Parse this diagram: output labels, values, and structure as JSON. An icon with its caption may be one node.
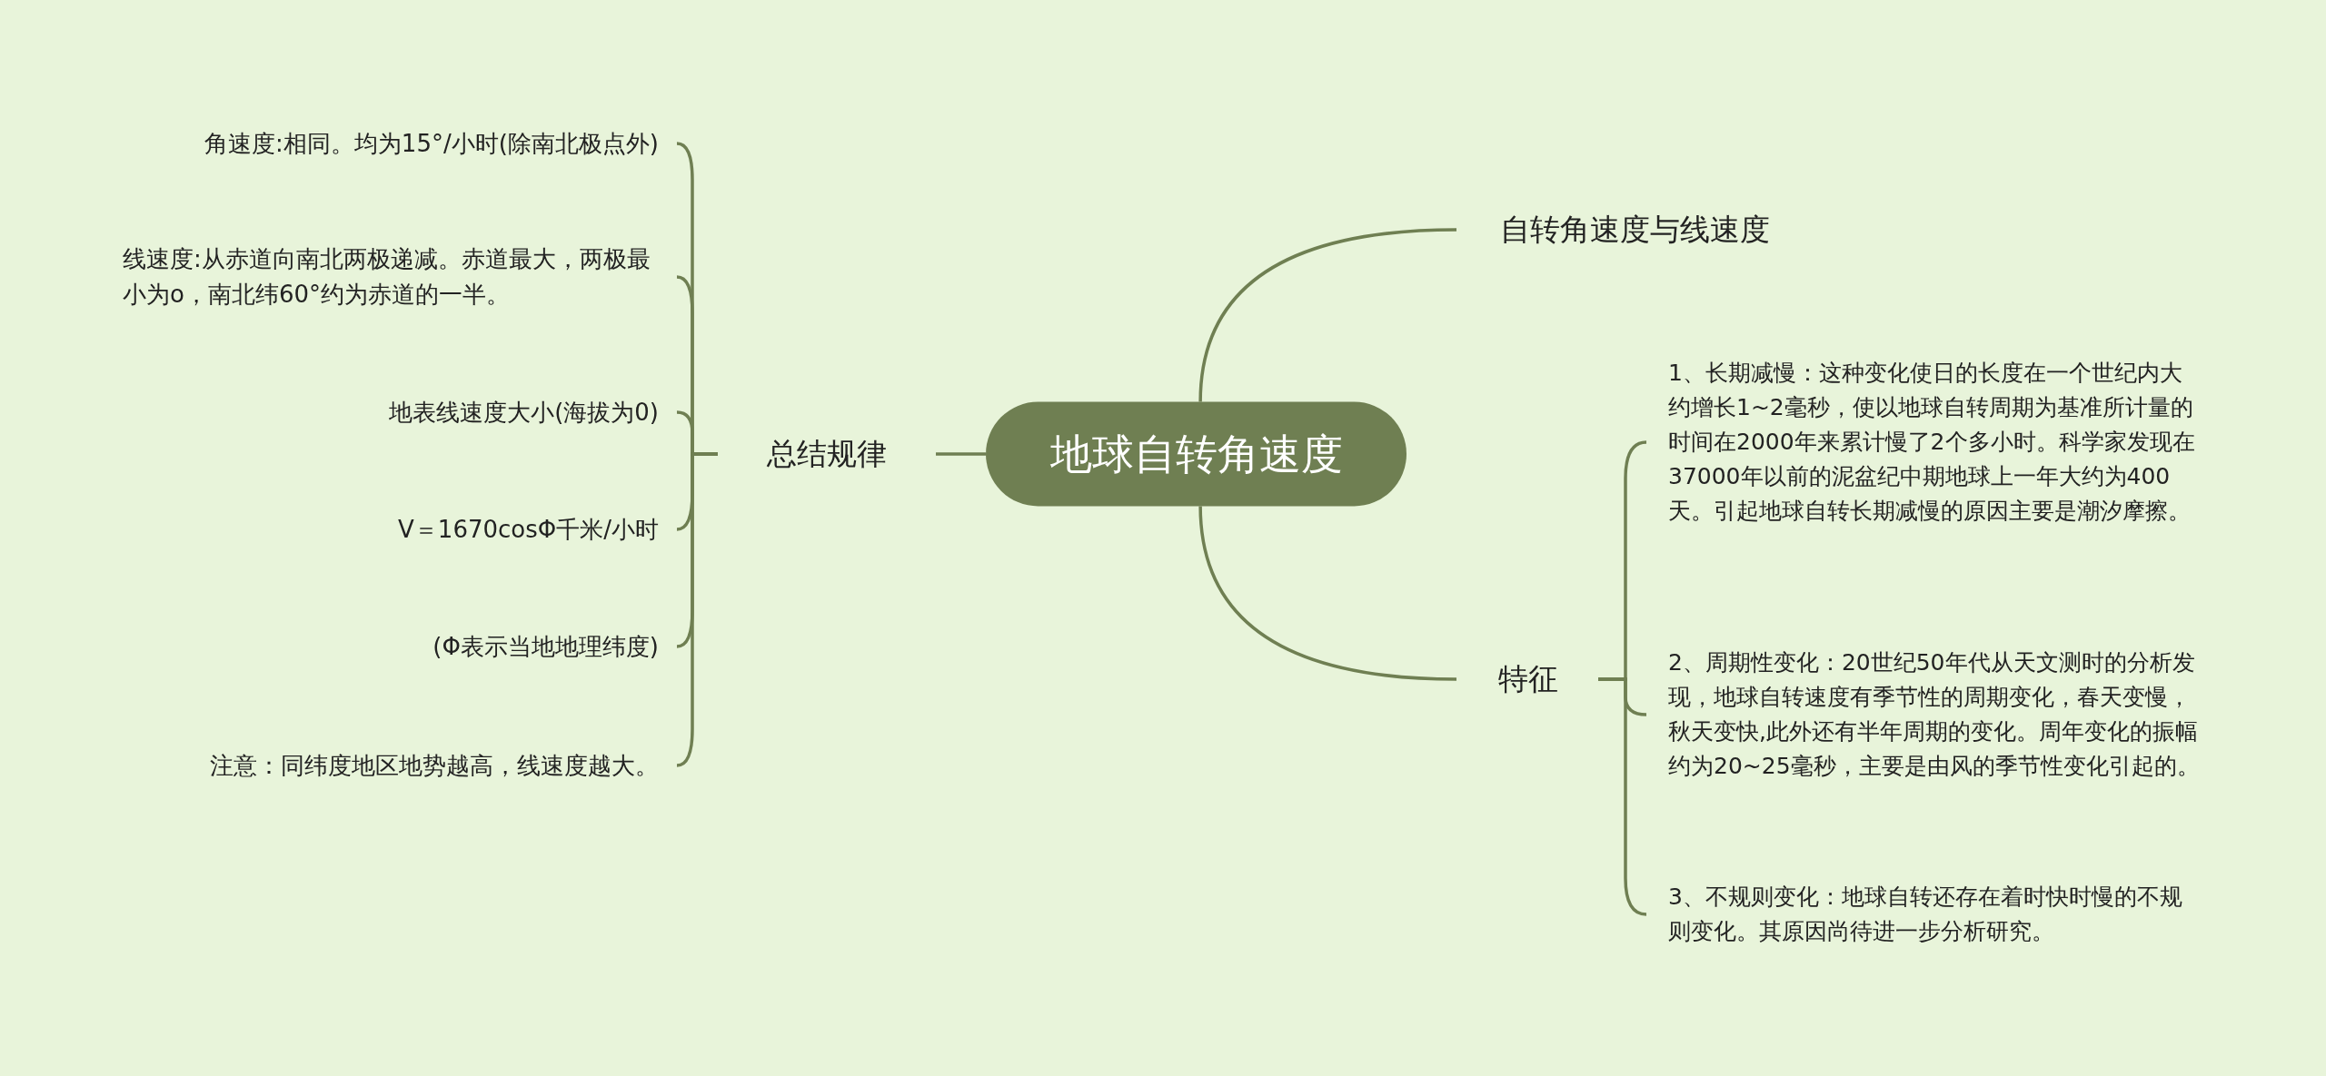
{
  "diagram": {
    "nodes": [
      {
        "text": [
          "地球自转角速度"
        ]
      },
      {
        "text": [
          "总结规律"
        ]
      },
      {
        "text": [
          "角速度:相同。均为15°/小时(除南北极点外)"
        ]
      },
      {
        "text": [
          "线速度:从赤道向南北两极递减。赤道最大，两极最小为o，南北纬60°约为赤道的一半。"
        ]
      },
      {
        "text": [
          "地表线速度大小(海拔为0)"
        ]
      },
      {
        "text": [
          "V＝1670cosΦ千米/小时"
        ]
      },
      {
        "text": [
          "(Φ表示当地地理纬度)"
        ]
      },
      {
        "text": [
          "注意：同纬度地区地势越高，线速度越大。"
        ]
      },
      {
        "text": [
          "自转角速度与线速度"
        ]
      },
      {
        "text": [
          "特征"
        ]
      },
      {
        "text": [
          "1、长期减慢：这种变化使日的长度在一个世纪内大约增长1~2毫秒，使以地球自转周期为基准所计量的时间在2000年来累计慢了2个多小时。科学家发现在37000年以前的泥盆纪中期地球上一年大约为400天。引起地球自转长期减慢的原因主要是潮汐摩擦。"
        ]
      },
      {
        "text": [
          "2、周期性变化：20世纪50年代从天文测时的分析发现，地球自转速度有季节性的周期变化，春天变慢，秋天变快,此外还有半年周期的变化。周年变化的振幅约为20~25毫秒，主要是由风的季节性变化引起的。"
        ]
      },
      {
        "text": [
          "3、不规则变化：地球自转还存在着时快时慢的不规则变化。其原因尚待进一步分析研究。"
        ]
      }
    ],
    "edges": [
      {
        "from": 0,
        "to": 1,
        "arrow": "none"
      },
      {
        "from": 1,
        "to": 2,
        "arrow": "none"
      },
      {
        "from": 1,
        "to": 3,
        "arrow": "none"
      },
      {
        "from": 1,
        "to": 4,
        "arrow": "none"
      },
      {
        "from": 1,
        "to": 5,
        "arrow": "none"
      },
      {
        "from": 1,
        "to": 6,
        "arrow": "none"
      },
      {
        "from": 1,
        "to": 7,
        "arrow": "none"
      },
      {
        "from": 0,
        "to": 8,
        "arrow": "none"
      },
      {
        "from": 0,
        "to": 9,
        "arrow": "none"
      },
      {
        "from": 9,
        "to": 10,
        "arrow": "none"
      },
      {
        "from": 9,
        "to": 11,
        "arrow": "none"
      },
      {
        "from": 9,
        "to": 12,
        "arrow": "none"
      }
    ]
  }
}
